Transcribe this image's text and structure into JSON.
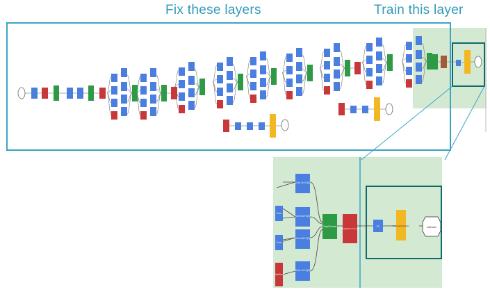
{
  "labels": {
    "fix": "Fix these layers",
    "train": "Train this layer"
  },
  "zoom_nodes": {
    "conv": "Conv",
    "conv_1x1": "Conv 1x1+1(S)",
    "conv_3x3": "Conv 3x3+1(S)",
    "conv_5x5": "Conv 5x5+1(S)",
    "maxpool": "MaxPool",
    "depthconcat": "DepthConcat",
    "avgpool": "AveragePool 7x7+1(V)",
    "fc": "FC",
    "softmax": "SoftmaxActivation",
    "output": "softmax2"
  },
  "colors": {
    "conv": "#4a7fe0",
    "pool": "#c8373a",
    "concat": "#2e9a45",
    "softmax": "#f2b823",
    "frame": "#3ba3c8",
    "green_region": "#d4e9d2",
    "teal_box": "#0f6a6a"
  }
}
